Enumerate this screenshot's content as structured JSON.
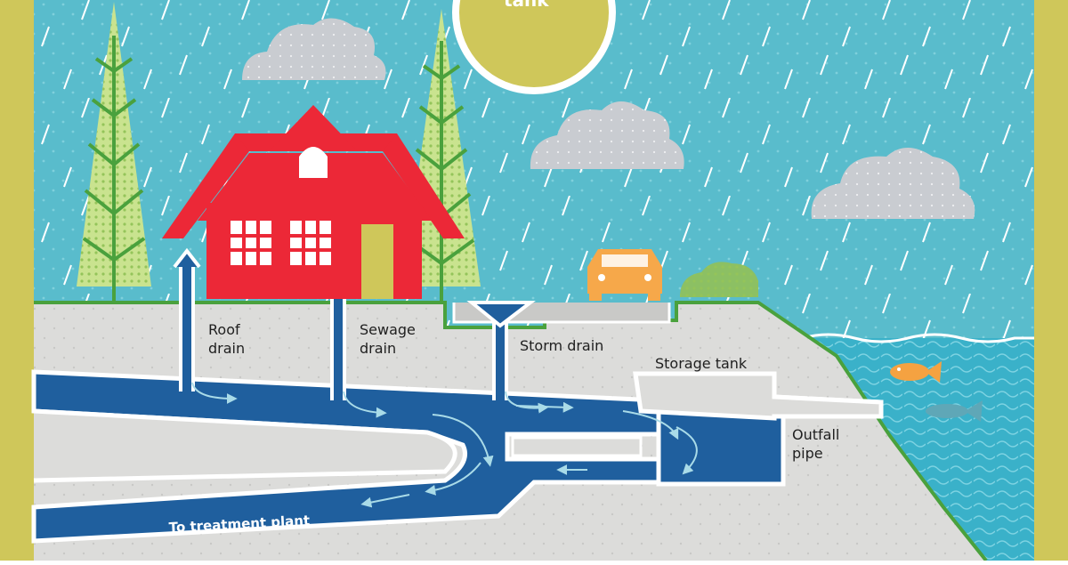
{
  "colors": {
    "frame": "#cfc75a",
    "sky": "#59bccc",
    "ground": "#dcdcda",
    "grass": "#4aa13d",
    "pipe_blue": "#1f5f9e",
    "house_red": "#ec2837",
    "water": "#3ab1c9",
    "sun": "#cfc75a",
    "car": "#f6a84a",
    "fish_orange": "#f5a241",
    "cloud": "#c9ccd1"
  },
  "icons": [
    "house-icon",
    "tree-icon",
    "cloud-icon",
    "car-icon",
    "fish-icon",
    "bush-icon",
    "sun-icon",
    "rain-icon"
  ],
  "header": {
    "title": "tank"
  },
  "labels": {
    "roof_drain_l1": "Roof",
    "roof_drain_l2": "drain",
    "sewage_drain_l1": "Sewage",
    "sewage_drain_l2": "drain",
    "storm_drain": "Storm drain",
    "storage_tank": "Storage tank",
    "outfall_l1": "Outfall",
    "outfall_l2": "pipe",
    "treatment": "To treatment plant"
  }
}
